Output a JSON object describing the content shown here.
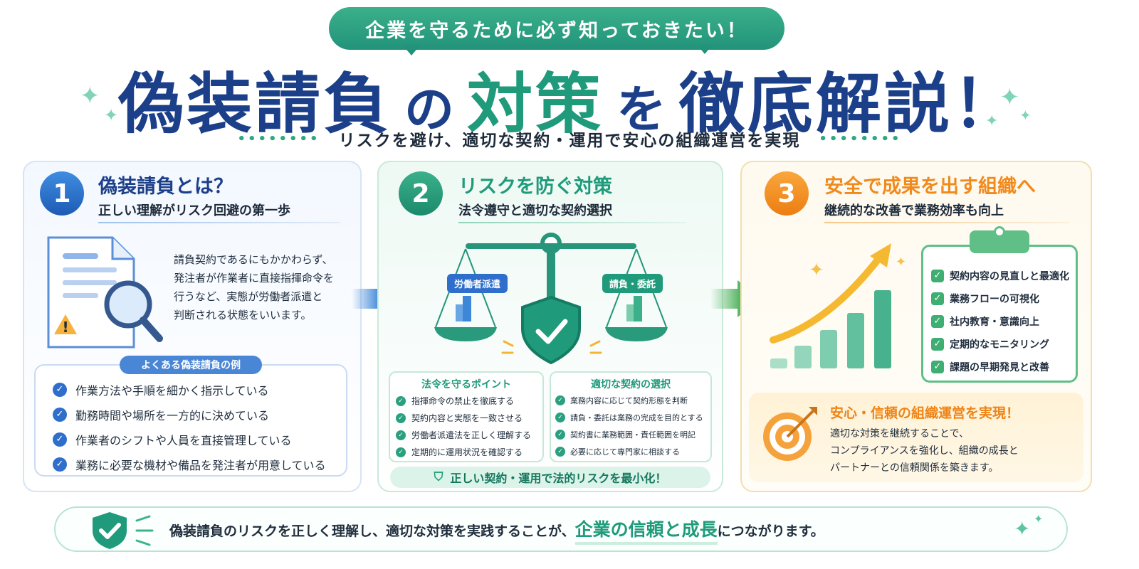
{
  "header": {
    "bubble": "企業を守るために必ず知っておきたい！",
    "title_part1": "偽装請負",
    "title_part2": "の",
    "title_part3": "対策",
    "title_part4": "を",
    "title_part5": "徹底解説！",
    "subtitle": "リスクを避け、適切な契約・運用で安心の組織運営を実現"
  },
  "panel1": {
    "number": "1",
    "title": "偽装請負とは？",
    "subtitle": "正しい理解がリスク回避の第一歩",
    "description": [
      "請負契約であるにもかかわらず、",
      "発注者が作業者に直接指揮命令を",
      "行うなど、実態が労働者派遣と",
      "判断される状態をいいます。"
    ],
    "examples_label": "よくある偽装請負の例",
    "examples": [
      "作業方法や手順を細かく指示している",
      "勤務時間や場所を一方的に決めている",
      "作業者のシフトや人員を直接管理している",
      "業務に必要な機材や備品を発注者が用意している"
    ]
  },
  "panel2": {
    "number": "2",
    "title": "リスクを防ぐ対策",
    "subtitle": "法令遵守と適切な契約選択",
    "scale_left": "労働者派遣",
    "scale_right": "請負・委託",
    "box1_title": "法令を守るポイント",
    "box1_items": [
      "指揮命令の禁止を徹底する",
      "契約内容と実態を一致させる",
      "労働者派遣法を正しく理解する",
      "定期的に運用状況を確認する"
    ],
    "box2_title": "適切な契約の選択",
    "box2_items": [
      "業務内容に応じて契約形態を判断",
      "請負・委託は業務の完成を目的とする",
      "契約書に業務範囲・責任範囲を明記",
      "必要に応じて専門家に相談する"
    ],
    "banner": "正しい契約・運用で法的リスクを最小化！"
  },
  "panel3": {
    "number": "3",
    "title": "安全で成果を出す組織へ",
    "subtitle": "継続的な改善で業務効率も向上",
    "checklist": [
      "契約内容の見直しと最適化",
      "業務フローの可視化",
      "社内教育・意識向上",
      "定期的なモニタリング",
      "課題の早期発見と改善"
    ],
    "goal_title": "安心・信頼の組織運営を実現！",
    "goal_text": [
      "適切な対策を継続することで、",
      "コンプライアンスを強化し、組織の成長と",
      "パートナーとの信頼関係を築きます。"
    ]
  },
  "footer": {
    "text_before": "偽装請負のリスクを正しく理解し、適切な対策を実践することが、",
    "highlight": "企業の信頼と成長",
    "text_after": "につながります。"
  },
  "colors": {
    "navy": "#1c3f8a",
    "green": "#1f9a7a",
    "orange": "#f08a1c",
    "blue_accent": "#2f74d0"
  },
  "icons": [
    "document-icon",
    "magnifier-icon",
    "warning-icon",
    "scale-icon",
    "building-icon",
    "shield-check-icon",
    "growth-chart-icon",
    "clipboard-icon",
    "target-icon",
    "sparkle-icon"
  ]
}
